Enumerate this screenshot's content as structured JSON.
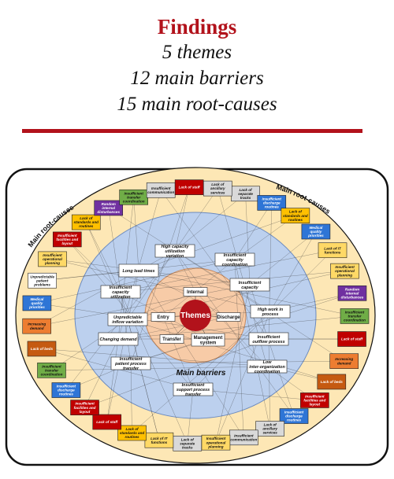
{
  "header": {
    "title": "Findings",
    "line1": "5 themes",
    "line2": "12 main barriers",
    "line3": "15 main root-causes"
  },
  "diagram": {
    "center_label": "Themes",
    "main_barriers_label": "Main barriers",
    "main_root_causes_label": "Main root-causes",
    "themes": [
      "Internal",
      "Entry",
      "Discharge",
      "Transfer",
      "Management system"
    ],
    "barriers": [
      "High capacity utilization variation",
      "Insufficient capacity coordination",
      "Long lead times",
      "Insufficient capacity",
      "Insufficient capacity utilization",
      "Unpredictable inflow variation",
      "High work in process",
      "Changing demand",
      "Insufficient outflow process",
      "Insufficient patient process transfer",
      "Low inter-organization coordination",
      "Insufficient support process transfer"
    ],
    "root_causes": [
      {
        "label": "Lack of separate tracks",
        "color": "#d9d9d9"
      },
      {
        "label": "Insufficient discharge routines",
        "color": "#2e75d6"
      },
      {
        "label": "Lack of standards and routines",
        "color": "#ffc000"
      },
      {
        "label": "Medical quality priorities",
        "color": "#2e75d6"
      },
      {
        "label": "Lack of IT functions",
        "color": "#ffd966"
      },
      {
        "label": "Insufficient operational planning",
        "color": "#ffd966"
      },
      {
        "label": "Random internal disturbances",
        "color": "#7030a0"
      },
      {
        "label": "Insufficient transfer coordination",
        "color": "#70ad47"
      },
      {
        "label": "Lack of staff",
        "color": "#c00000"
      },
      {
        "label": "Increasing demand",
        "color": "#ed7d31"
      },
      {
        "label": "Lack of beds",
        "color": "#c55a11"
      },
      {
        "label": "Insufficient facilities and layout",
        "color": "#c00000"
      },
      {
        "label": "Insufficient discharge routines",
        "color": "#2e75d6"
      },
      {
        "label": "Lack of ancillary services",
        "color": "#d9d9d9"
      },
      {
        "label": "Insufficient communication",
        "color": "#d9d9d9"
      },
      {
        "label": "Insufficient operational planning",
        "color": "#ffd966"
      },
      {
        "label": "Lack of separate tracks",
        "color": "#d9d9d9"
      },
      {
        "label": "Lack of IT functions",
        "color": "#ffd966"
      },
      {
        "label": "Lack of standards and routines",
        "color": "#ffc000"
      },
      {
        "label": "Lack of staff",
        "color": "#c00000"
      },
      {
        "label": "Insufficient facilities and layout",
        "color": "#c00000"
      },
      {
        "label": "Insufficient discharge routines",
        "color": "#2e75d6"
      },
      {
        "label": "Insufficient transfer coordination",
        "color": "#70ad47"
      },
      {
        "label": "Lack of beds",
        "color": "#c55a11"
      },
      {
        "label": "Increasing demand",
        "color": "#ed7d31"
      },
      {
        "label": "Medical quality priorities",
        "color": "#2e75d6"
      },
      {
        "label": "Unpredictable patient problems",
        "color": "#ffffff"
      },
      {
        "label": "Insufficient operational planning",
        "color": "#ffd966"
      },
      {
        "label": "Insufficient facilities and layout",
        "color": "#c00000"
      },
      {
        "label": "Lack of standards and routines",
        "color": "#ffc000"
      },
      {
        "label": "Random internal disturbances",
        "color": "#7030a0"
      },
      {
        "label": "Insufficient transfer coordination",
        "color": "#70ad47"
      },
      {
        "label": "Insufficient communication",
        "color": "#d9d9d9"
      },
      {
        "label": "Lack of staff",
        "color": "#c00000"
      },
      {
        "label": "Lack of ancillary services",
        "color": "#d9d9d9"
      }
    ]
  }
}
